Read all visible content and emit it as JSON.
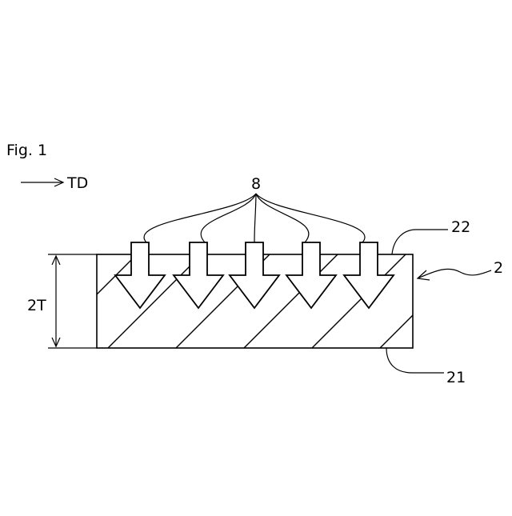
{
  "figure": {
    "title": "Fig. 1",
    "direction_label": "TD",
    "thickness_label": "2T",
    "arrow_label": "8",
    "top_surface_label": "22",
    "bottom_surface_label": "21",
    "member_label": "2"
  },
  "arrow_count": 5
}
